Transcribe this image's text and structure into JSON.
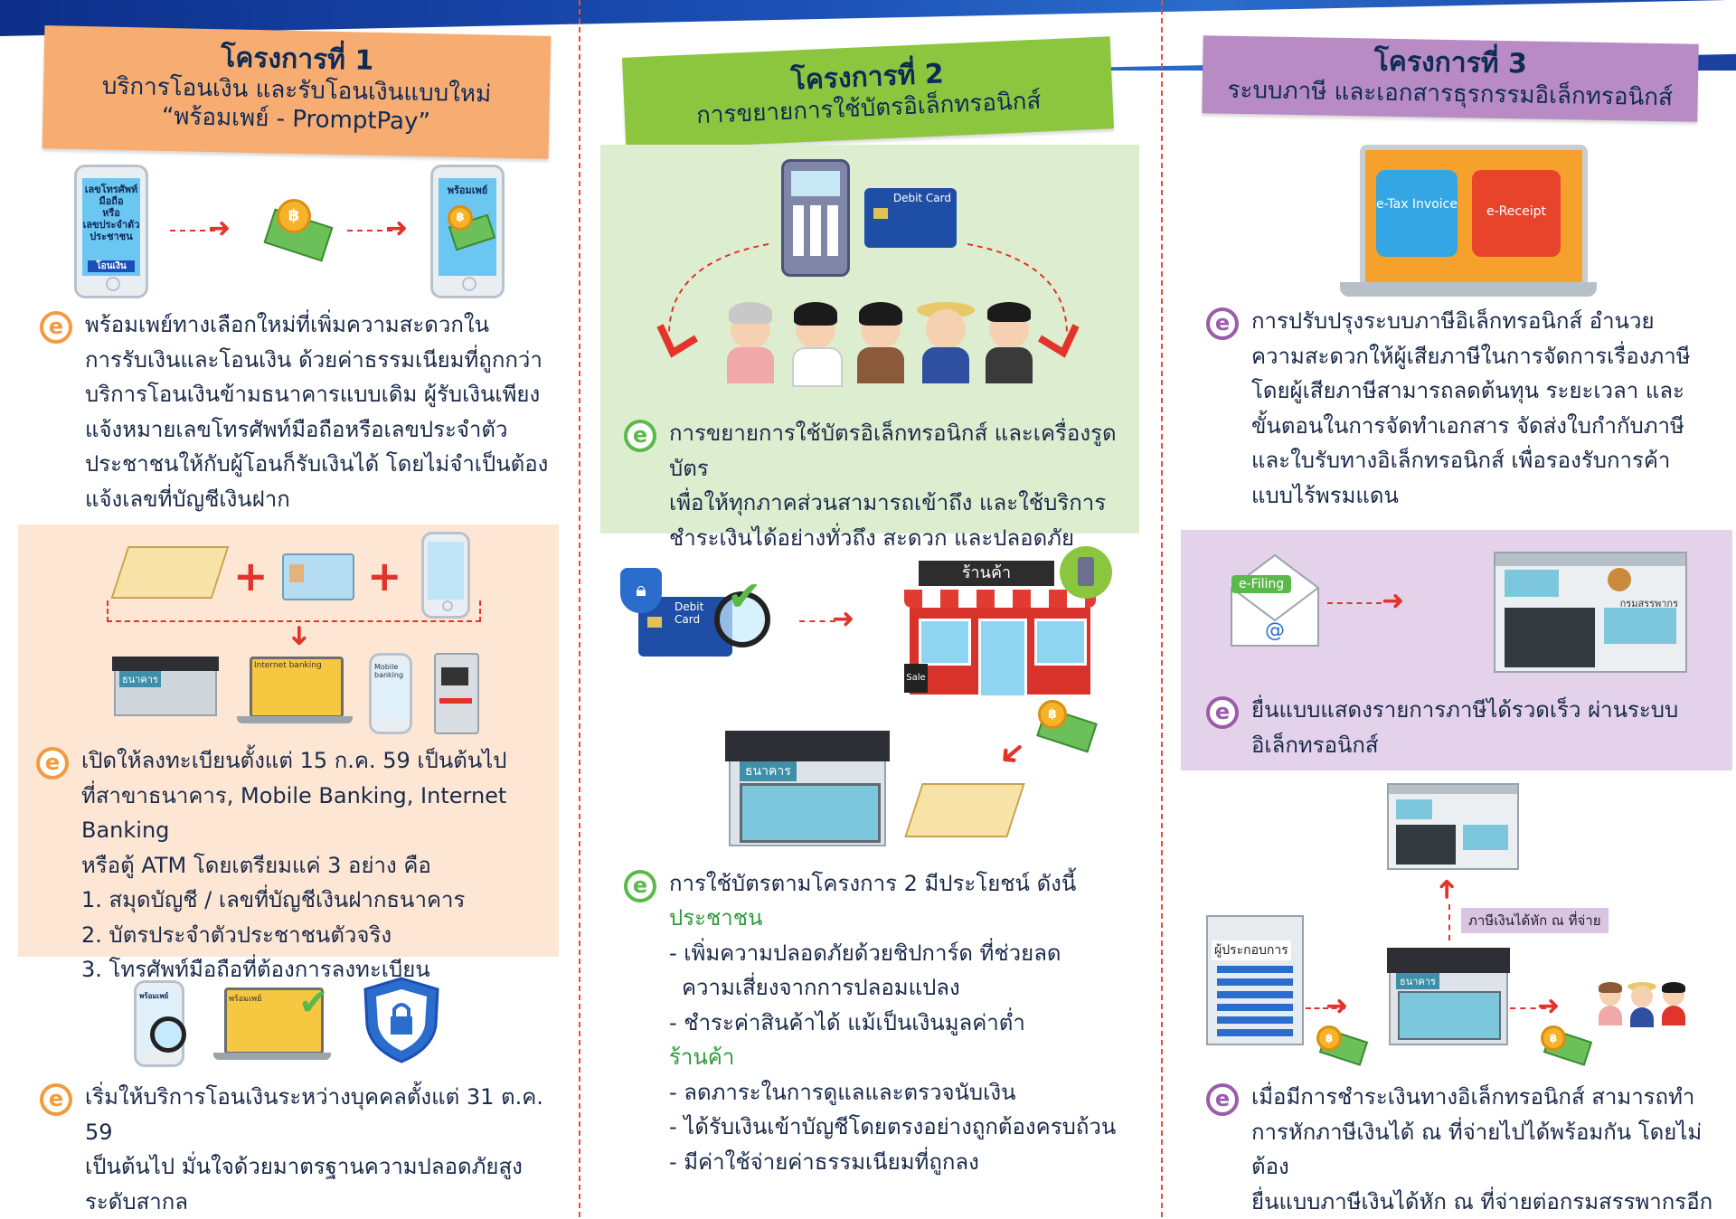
{
  "col1": {
    "banner": {
      "title": "โครงการที่ 1",
      "line2": "บริการโอนเงิน และรับโอนเงินแบบใหม่",
      "line3": "“พร้อมเพย์ - PromptPay”"
    },
    "phone1_text": [
      "เลขโทรศัพท์",
      "มือถือ",
      "หรือ",
      "เลขประจำตัว",
      "ประชาชน"
    ],
    "phone1_button": "โอนเงิน",
    "phone2_text": "พร้อมเพย์",
    "para1": [
      "พร้อมเพย์ทางเลือกใหม่ที่เพิ่มความสะดวกใน",
      "การรับเงินและโอนเงิน ด้วยค่าธรรมเนียมที่ถูกกว่า",
      "บริการโอนเงินข้ามธนาคารแบบเดิม ผู้รับเงินเพียง",
      "แจ้งหมายเลขโทรศัพท์มือถือหรือเลขประจำตัว",
      "ประชาชนให้กับผู้โอนก็รับเงินได้ โดยไม่จำเป็นต้อง",
      "แจ้งเลขที่บัญชีเงินฝาก"
    ],
    "channels": {
      "bank": "ธนาคาร",
      "internet": "Internet banking",
      "mobile": "Mobile banking"
    },
    "para2": [
      "เปิดให้ลงทะเบียนตั้งแต่ 15 ก.ค. 59 เป็นต้นไป",
      "ที่สาขาธนาคาร, Mobile Banking, Internet Banking",
      "หรือตู้ ATM โดยเตรียมแค่ 3 อย่าง คือ"
    ],
    "reqs": [
      "1. สมุดบัญชี / เลขที่บัญชีเงินฝากธนาคาร",
      "2. บัตรประจำตัวประชาชนตัวจริง",
      "3. โทรศัพท์มือถือที่ต้องการลงทะเบียน"
    ],
    "para3": [
      "เริ่มให้บริการโอนเงินระหว่างบุคคลตั้งแต่ 31 ต.ค. 59",
      "เป็นต้นไป มั่นใจด้วยมาตรฐานความปลอดภัยสูง",
      "ระดับสากล"
    ],
    "small_promptpay": "พร้อมเพย์"
  },
  "col2": {
    "banner": {
      "title": "โครงการที่ 2",
      "line2": "การขยายการใช้บัตรอิเล็กทรอนิกส์"
    },
    "debit_card": "Debit Card",
    "para1": [
      "การขยายการใช้บัตรอิเล็กทรอนิกส์ และเครื่องรูดบัตร",
      "เพื่อให้ทุกภาคส่วนสามารถเข้าถึง และใช้บริการ",
      "ชำระเงินได้อย่างทั่วถึง สะดวก และปลอดภัย"
    ],
    "shop_sign": "ร้านค้า",
    "sale_sign": "Sale",
    "bank_sign": "ธนาคาร",
    "benefits_intro": "การใช้บัตรตามโครงการ 2 มีประโยชน์ ดังนี้",
    "people_head": "ประชาชน",
    "people_items": [
      "- เพิ่มความปลอดภัยด้วยชิปการ์ด  ที่ช่วยลด",
      "  ความเสี่ยงจากการปลอมแปลง",
      "- ชำระค่าสินค้าได้ แม้เป็นเงินมูลค่าต่ำ"
    ],
    "shop_head": "ร้านค้า",
    "shop_items": [
      "- ลดภาระในการดูแลและตรวจนับเงิน",
      "- ได้รับเงินเข้าบัญชีโดยตรงอย่างถูกต้องครบถ้วน",
      "- มีค่าใช้จ่ายค่าธรรมเนียมที่ถูกลง"
    ]
  },
  "col3": {
    "banner": {
      "title": "โครงการที่ 3",
      "line2": "ระบบภาษี และเอกสารธุรกรรมอิเล็กทรอนิกส์"
    },
    "etax": "e-Tax Invoice",
    "ereceipt": "e-Receipt",
    "para1": [
      "การปรับปรุงระบบภาษีอิเล็กทรอนิกส์ อำนวย",
      "ความสะดวกให้ผู้เสียภาษีในการจัดการเรื่องภาษี",
      "โดยผู้เสียภาษีสามารถลดต้นทุน ระยะเวลา และ",
      "ขั้นตอนในการจัดทำเอกสาร จัดส่งใบกำกับภาษี",
      "และใบรับทางอิเล็กทรอนิกส์ เพื่อรองรับการค้า",
      "แบบไร้พรมแดน"
    ],
    "efiling": "e-Filing",
    "revenue_sign": "กรมสรรพากร",
    "para2": [
      "ยื่นแบบแสดงรายการภาษีได้รวดเร็ว ผ่านระบบ",
      "อิเล็กทรอนิกส์"
    ],
    "operator": "ผู้ประกอบการ",
    "withholding_label": "ภาษีเงินได้หัก ณ ที่จ่าย",
    "bank_sign": "ธนาคาร",
    "para3": [
      "เมื่อมีการชำระเงินทางอิเล็กทรอนิกส์ สามารถทำ",
      "การหักภาษีเงินได้ ณ ที่จ่ายไปได้พร้อมกัน โดยไม่ต้อง",
      "ยื่นแบบภาษีเงินได้หัก ณ ที่จ่ายต่อกรมสรรพากรอีก"
    ]
  },
  "colors": {
    "orange": "#f7ad72",
    "green": "#8cc63f",
    "purple": "#b98bc4",
    "red": "#e2342b"
  }
}
